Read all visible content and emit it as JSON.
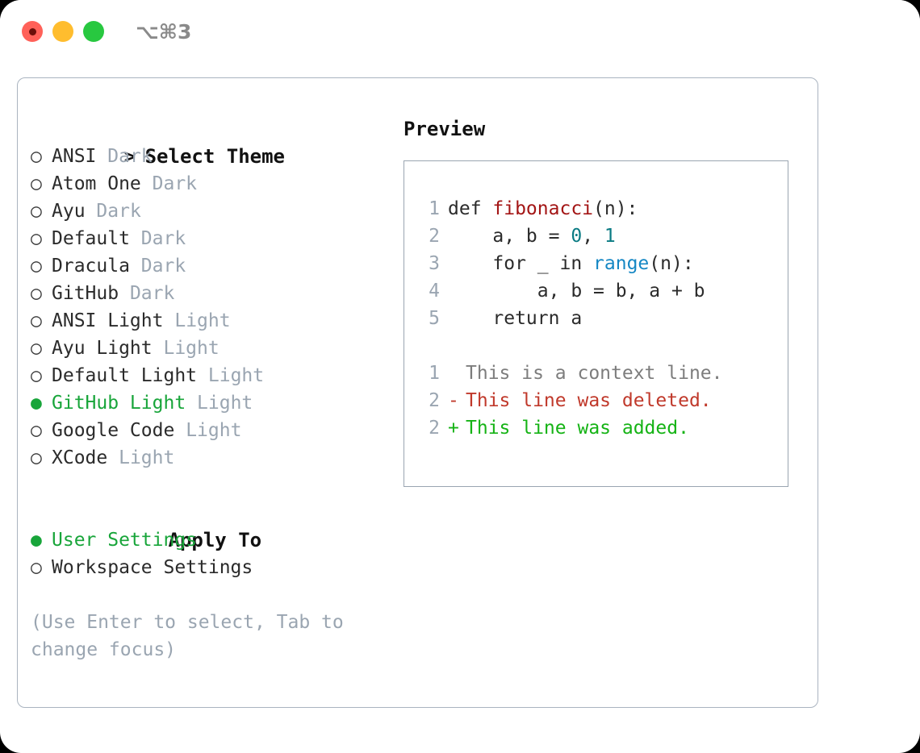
{
  "titlebar": {
    "shortcut": "⌥⌘3",
    "buttons": {
      "close": "close",
      "minimize": "minimize",
      "maximize": "maximize"
    }
  },
  "theme_selector": {
    "header_marker": ">",
    "header": "Select Theme",
    "bullet_on": "●",
    "bullet_off": "○",
    "items": [
      {
        "name": "ANSI",
        "tag": "Dark",
        "selected": false
      },
      {
        "name": "Atom One",
        "tag": "Dark",
        "selected": false
      },
      {
        "name": "Ayu",
        "tag": "Dark",
        "selected": false
      },
      {
        "name": "Default",
        "tag": "Dark",
        "selected": false
      },
      {
        "name": "Dracula",
        "tag": "Dark",
        "selected": false
      },
      {
        "name": "GitHub",
        "tag": "Dark",
        "selected": false
      },
      {
        "name": "ANSI Light",
        "tag": "Light",
        "selected": false
      },
      {
        "name": "Ayu Light",
        "tag": "Light",
        "selected": false
      },
      {
        "name": "Default Light",
        "tag": "Light",
        "selected": false
      },
      {
        "name": "GitHub Light",
        "tag": "Light",
        "selected": true
      },
      {
        "name": "Google Code",
        "tag": "Light",
        "selected": false
      },
      {
        "name": "XCode",
        "tag": "Light",
        "selected": false
      }
    ]
  },
  "apply_to": {
    "header": "Apply To",
    "items": [
      {
        "name": "User Settings",
        "selected": true
      },
      {
        "name": "Workspace Settings",
        "selected": false
      }
    ]
  },
  "hint": "(Use Enter to select, Tab to change focus)",
  "preview": {
    "title": "Preview",
    "code_lines": [
      {
        "n": "1",
        "tokens": [
          {
            "t": "def ",
            "c": "kw"
          },
          {
            "t": "fibonacci",
            "c": "fn"
          },
          {
            "t": "(n):",
            "c": "pl"
          }
        ]
      },
      {
        "n": "2",
        "tokens": [
          {
            "t": "    a, b = ",
            "c": "pl"
          },
          {
            "t": "0",
            "c": "num"
          },
          {
            "t": ", ",
            "c": "pl"
          },
          {
            "t": "1",
            "c": "num"
          }
        ]
      },
      {
        "n": "3",
        "tokens": [
          {
            "t": "    ",
            "c": "pl"
          },
          {
            "t": "for",
            "c": "kw"
          },
          {
            "t": " _ ",
            "c": "pl"
          },
          {
            "t": "in",
            "c": "kw"
          },
          {
            "t": " ",
            "c": "pl"
          },
          {
            "t": "range",
            "c": "bi"
          },
          {
            "t": "(n):",
            "c": "pl"
          }
        ]
      },
      {
        "n": "4",
        "tokens": [
          {
            "t": "        a, b = b, a + b",
            "c": "pl"
          }
        ]
      },
      {
        "n": "5",
        "tokens": [
          {
            "t": "    ",
            "c": "pl"
          },
          {
            "t": "return",
            "c": "kw"
          },
          {
            "t": " a",
            "c": "pl"
          }
        ]
      }
    ],
    "diff_lines": [
      {
        "n": "1",
        "sign": " ",
        "text": "This is a context line.",
        "kind": "dctx"
      },
      {
        "n": "2",
        "sign": "-",
        "text": "This line was deleted.",
        "kind": "ddel"
      },
      {
        "n": "2",
        "sign": "+",
        "text": "This line was added.",
        "kind": "dadd"
      }
    ]
  },
  "colors": {
    "accent_green": "#18a53a",
    "muted": "#9aa5b1",
    "border": "#aab4c0",
    "diff_add": "#15b315",
    "diff_del": "#c0392b",
    "code_fn": "#a31515",
    "code_num": "#0a7b83",
    "code_builtin": "#1587c4"
  }
}
